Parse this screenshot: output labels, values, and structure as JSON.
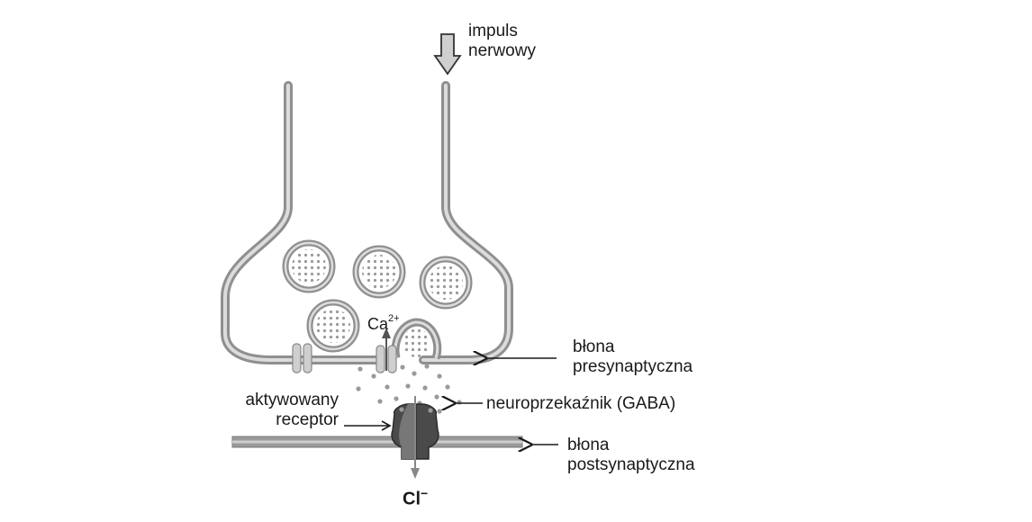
{
  "labels": {
    "impulse_line1": "impuls",
    "impulse_line2": "nerwowy",
    "presynaptic_line1": "błona",
    "presynaptic_line2": "presynaptyczna",
    "neurotransmitter": "neuroprzekaźnik (GABA)",
    "receptor_line1": "aktywowany",
    "receptor_line2": "receptor",
    "postsynaptic_line1": "błona",
    "postsynaptic_line2": "postsynaptyczna"
  },
  "ions": {
    "calcium_symbol": "Ca",
    "calcium_charge": "2+",
    "chloride_symbol": "Cl",
    "chloride_charge": "−"
  },
  "colors": {
    "membrane": "#8f8f8f",
    "membrane_light": "#dcdcdc",
    "receptor": "#4a4a4a",
    "dots": "#9a9a9a",
    "arrow": "#1a1a1a"
  }
}
